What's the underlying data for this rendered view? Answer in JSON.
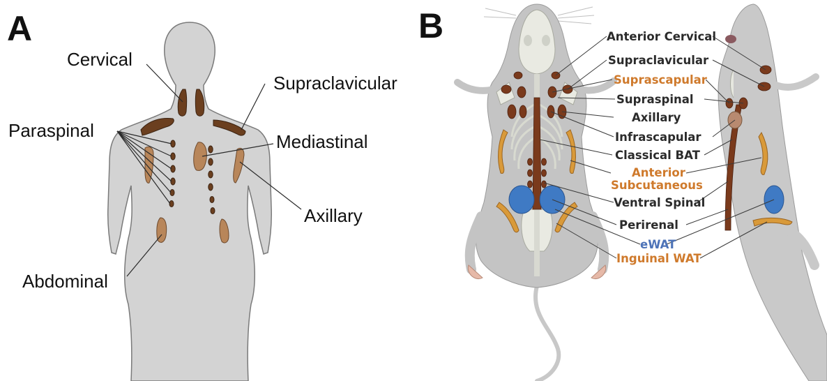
{
  "panel_a": {
    "letter": "A",
    "labels": {
      "cervical": "Cervical",
      "supraclavicular": "Supraclavicular",
      "paraspinal": "Paraspinal",
      "mediastinal": "Mediastinal",
      "axillary": "Axillary",
      "abdominal": "Abdominal"
    }
  },
  "panel_b": {
    "letter": "B",
    "labels": {
      "anterior_cervical": "Anterior Cervical",
      "supraclavicular": "Supraclavicular",
      "suprascapular": "Suprascapular",
      "supraspinal": "Supraspinal",
      "axillary": "Axillary",
      "infrascapular": "Infrascapular",
      "classical_bat": "Classical BAT",
      "anterior": "Anterior",
      "subcutaneous": "Subcutaneous",
      "ventral_spinal": "Ventral Spinal",
      "perirenal": "Perirenal",
      "ewat": "eWAT",
      "inguinal_wat": "Inguinal WAT"
    }
  },
  "colors": {
    "bat": "#6b3f1f",
    "silhouette": "#d3d3d3",
    "label_orange": "#cf7a2c",
    "label_blue": "#4d73b8",
    "ewat": "#3f7ac4",
    "sat": "#d99a3a"
  }
}
